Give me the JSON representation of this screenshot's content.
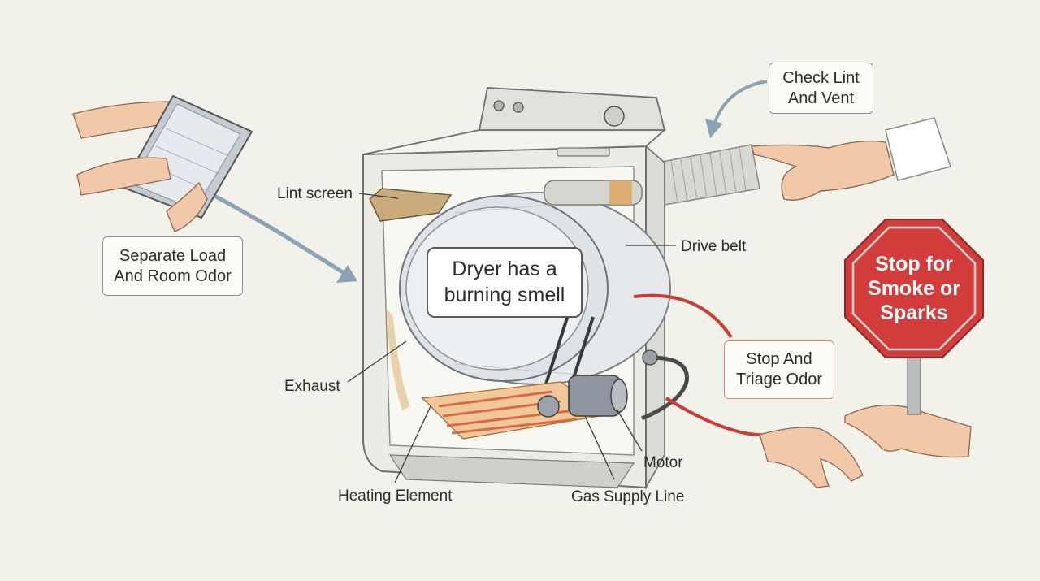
{
  "diagram": {
    "title_lines": [
      "Dryer has a",
      "burning smell"
    ],
    "steps": {
      "separate": [
        "Separate Load",
        "And Room Odor"
      ],
      "check": [
        "Check Lint",
        "And Vent"
      ],
      "triage": [
        "Stop And",
        "Triage Odor"
      ]
    },
    "stop_sign": [
      "Stop for",
      "Smoke or",
      "Sparks"
    ],
    "part_labels": {
      "lint_screen": "Lint screen",
      "drive_belt": "Drive belt",
      "exhaust": "Exhaust",
      "heating_element": "Heating Element",
      "gas_supply_line": "Gas Supply Line",
      "motor": "Motor"
    }
  },
  "colors": {
    "background": "#f2f1ea",
    "stop_sign_red": "#d23d3c",
    "alert_line": "#c93b33",
    "flow_arrow": "#8aa3b5",
    "heating_element": "#e08a50"
  },
  "icons": [
    "hand-holding-filter-icon",
    "pointing-hand-icon",
    "open-hand-icon",
    "stop-sign-icon",
    "vent-duct-icon"
  ]
}
